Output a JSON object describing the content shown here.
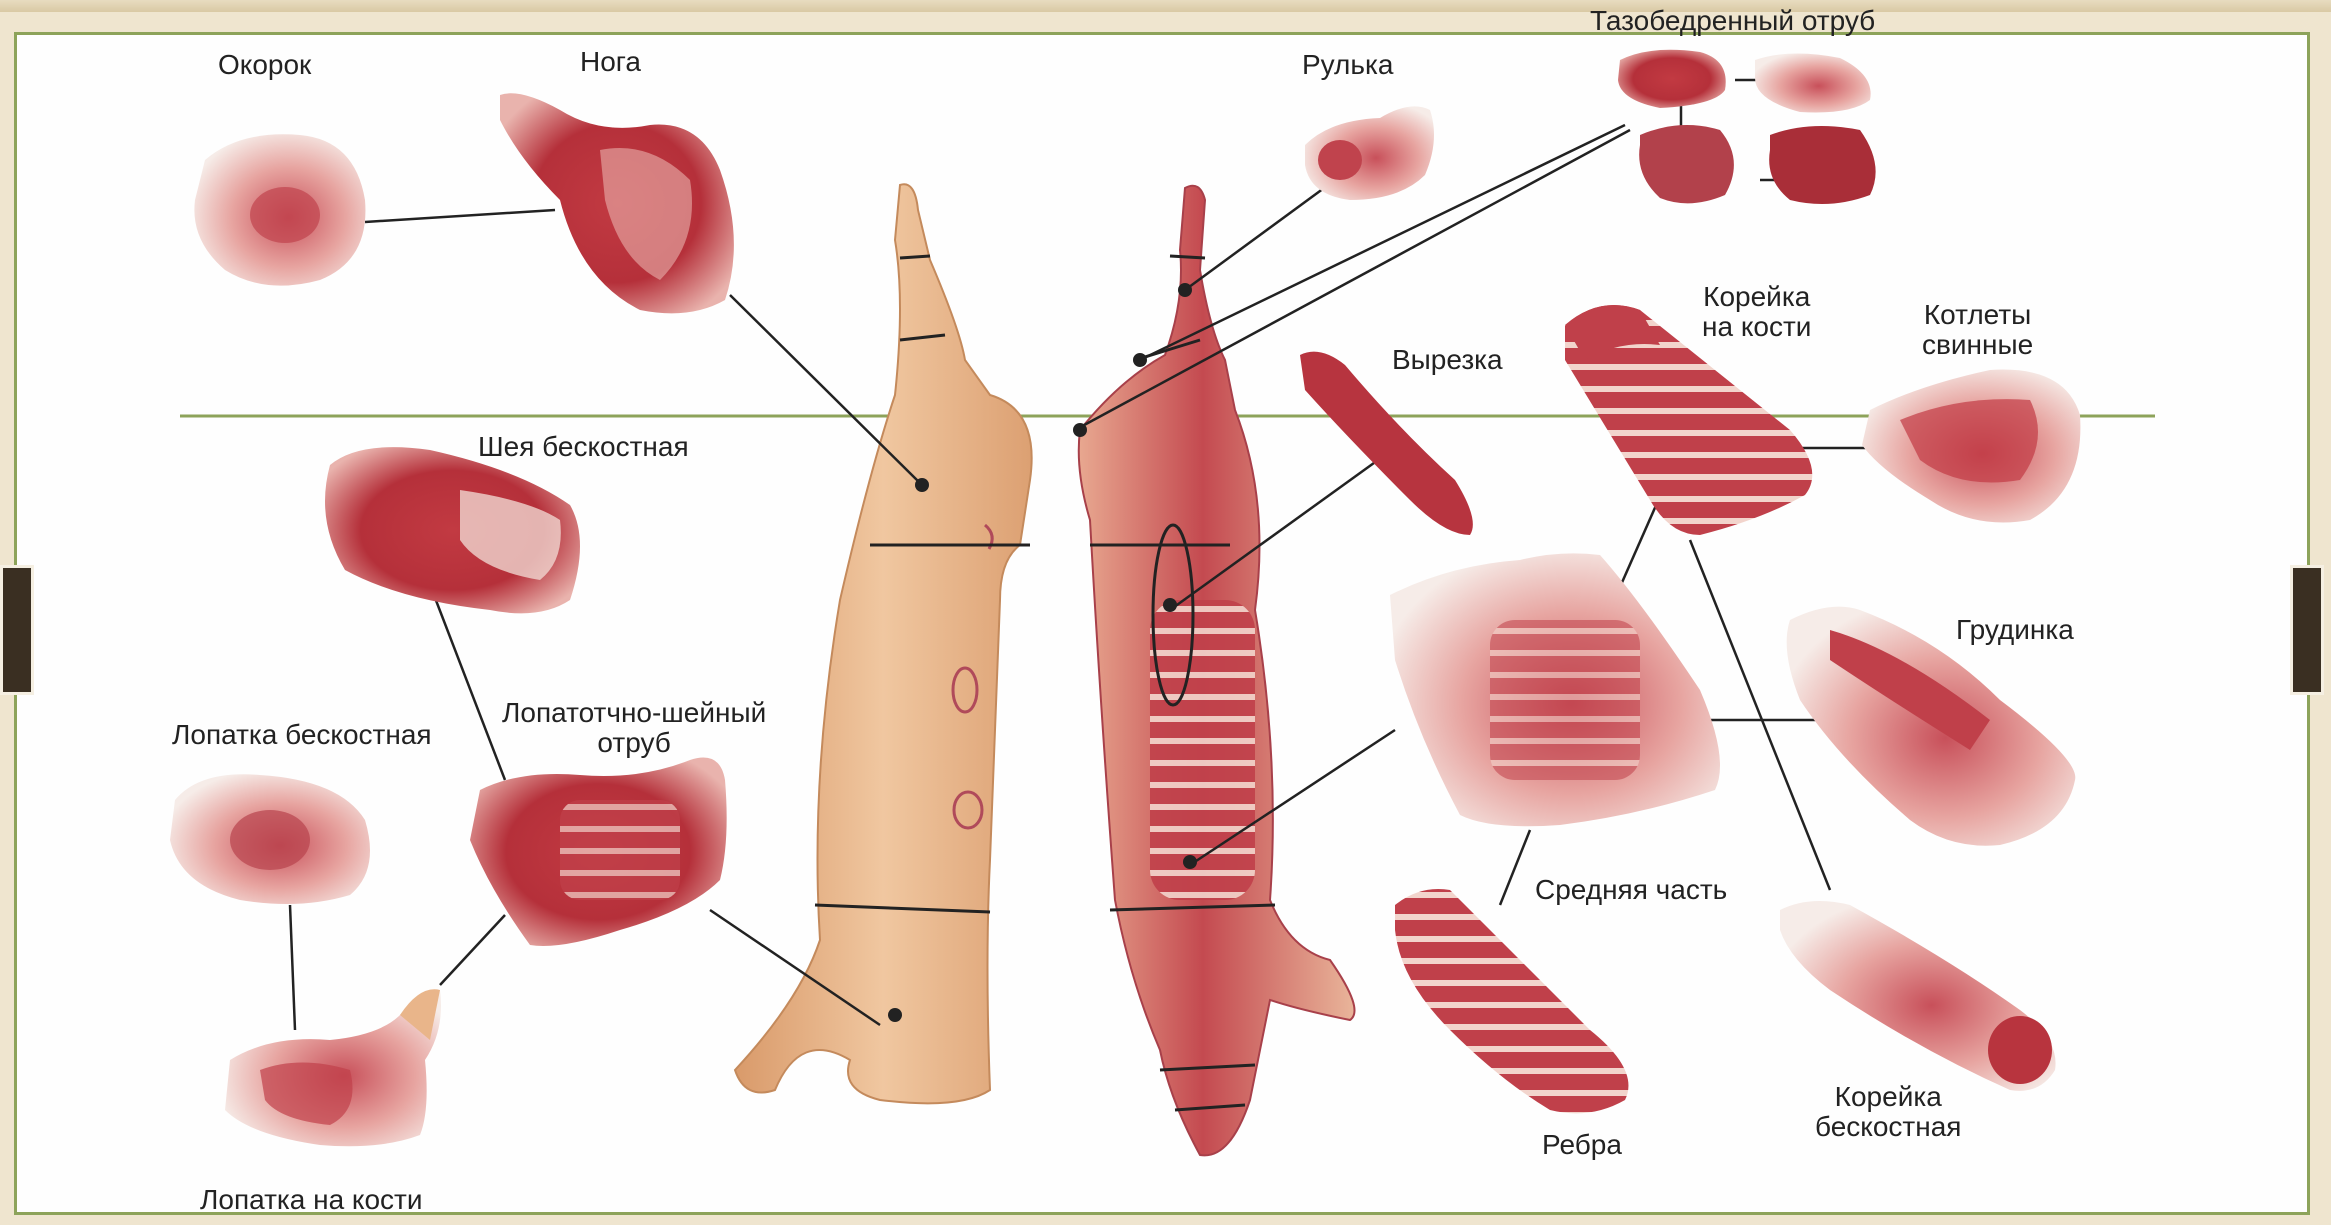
{
  "diagram": {
    "labels": {
      "okorok": "Окорок",
      "noga": "Нога",
      "rulka": "Рулька",
      "tazobedrenny": "Тазобедренный отруб",
      "vyrezka": "Вырезка",
      "koreyka_na_kosti": "Корейка\nна кости",
      "kotlety": "Котлеты\nсвинные",
      "sheya": "Шея бескостная",
      "lopatka_beskostnaya": "Лопатка бескостная",
      "lopatochno_sheyny": "Лопатотчно-шейный\nотруб",
      "grudinka": "Грудинка",
      "srednyaya": "Средняя часть",
      "rebra": "Ребра",
      "koreyka_beskostnaya": "Корейка\nбескостная",
      "lopatka_na_kosti": "Лопатка на кости"
    }
  },
  "colors": {
    "frame_border": "#8da35a",
    "divider": "#8da35a",
    "meat_red": "#b8323a",
    "meat_pink": "#e7a4a0",
    "fat_white": "#f3e6e0",
    "skin": "#e9b58a",
    "nav_tab": "#3a2f22"
  }
}
